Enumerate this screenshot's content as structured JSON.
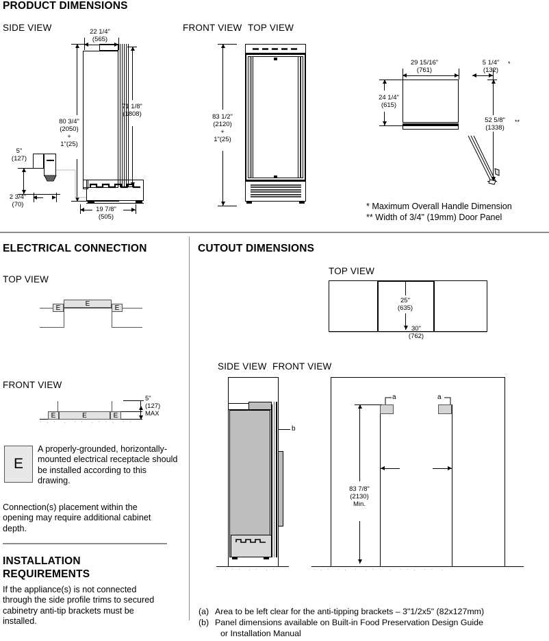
{
  "sections": {
    "product_dimensions": {
      "title": "PRODUCT DIMENSIONS",
      "side_view_label": "SIDE VIEW",
      "front_view_label": "FRONT VIEW",
      "top_view_label": "TOP VIEW",
      "dims": {
        "depth_top": "22 1/4\"\n(565)",
        "height_total": "80 3/4\"\n(2050)\n+\n1\"(25)",
        "height_cabinet": "71 1/8\"\n(1808)",
        "recept_height": "5\"\n(127)",
        "recept_floor": "2 3/4\"\n(70)",
        "base_depth": "19 7/8\"\n(505)",
        "front_height": "83 1/2\"\n(2120)\n+\n1\"(25)",
        "top_width": "29 15/16\"\n(761)",
        "handle_proj": "5 1/4\"\n(132)",
        "top_depth": "24 1/4\"\n(615)",
        "door_swing": "52 5/8\"\n(1338)"
      },
      "footnotes": [
        "*  Maximum Overall Handle Dimension",
        "** Width of 3/4\" (19mm) Door Panel"
      ],
      "markers": {
        "handle_star": "*",
        "panel_star": "**"
      }
    },
    "electrical": {
      "title": "ELECTRICAL CONNECTION",
      "top_view_label": "TOP VIEW",
      "front_view_label": "FRONT VIEW",
      "e_label": "E",
      "max_dim": "5\"\n(127)\nMAX",
      "legend_key": "E",
      "legend_text": "A properly-grounded, horizontally-mounted electrical receptacle should be installed according to this drawing.",
      "note_text": "Connection(s) placement within the opening may require additional cabinet depth."
    },
    "installation": {
      "title_line1": "INSTALLATION",
      "title_line2": "REQUIREMENTS",
      "text": "If the appliance(s) is not connected through the side profile trims to secured cabinetry anti-tip brackets must be installed."
    },
    "cutout": {
      "title": "CUTOUT DIMENSIONS",
      "top_view_label": "TOP VIEW",
      "side_view_label": "SIDE VIEW",
      "front_view_label": "FRONT VIEW",
      "dims": {
        "cutout_depth": "25\"\n(635)",
        "cutout_width": "30\"\n(762)",
        "cutout_height": "83 7/8\"\n(2130)\nMin."
      },
      "callouts": {
        "a_left": "a",
        "a_right": "a",
        "b": "b"
      },
      "footnotes": [
        {
          "key": "(a)",
          "text": "Area to be left clear for the anti-tipping brackets – 3\"1/2x5\" (82x127mm)"
        },
        {
          "key": "(b)",
          "text": "Panel dimensions available on Built-in Food Preservation Design Guide"
        },
        {
          "key": "",
          "text": "or Installation Manual"
        }
      ]
    }
  },
  "colors": {
    "line": "#000000",
    "gray_line": "#999999",
    "fill_gray": "#bdbdbd",
    "fill_light": "#e2e2e2"
  }
}
